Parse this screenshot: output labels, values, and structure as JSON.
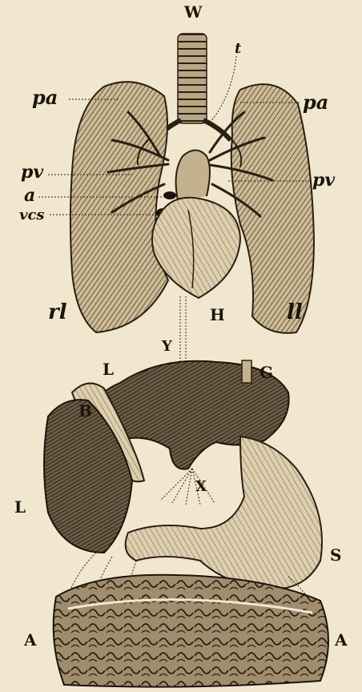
{
  "labels": {
    "W": "W",
    "t": "t",
    "pa_left": "pa",
    "pa_right": "pa",
    "pv_left": "pv",
    "pv_right": "pv",
    "a": "a",
    "vcs": "vcs",
    "rl": "rl",
    "H": "H",
    "ll": "ll",
    "Y": "Y",
    "L_top": "L",
    "G": "G",
    "B": "B",
    "X": "X",
    "L_left": "L",
    "S": "S",
    "A_left": "A",
    "A_right": "A"
  },
  "colors": {
    "paper": "#f1e7cf",
    "ink": "#2a1f14",
    "organ_light": "#d7c6a3",
    "organ_mid": "#a8967a",
    "organ_dark": "#4d4233"
  }
}
